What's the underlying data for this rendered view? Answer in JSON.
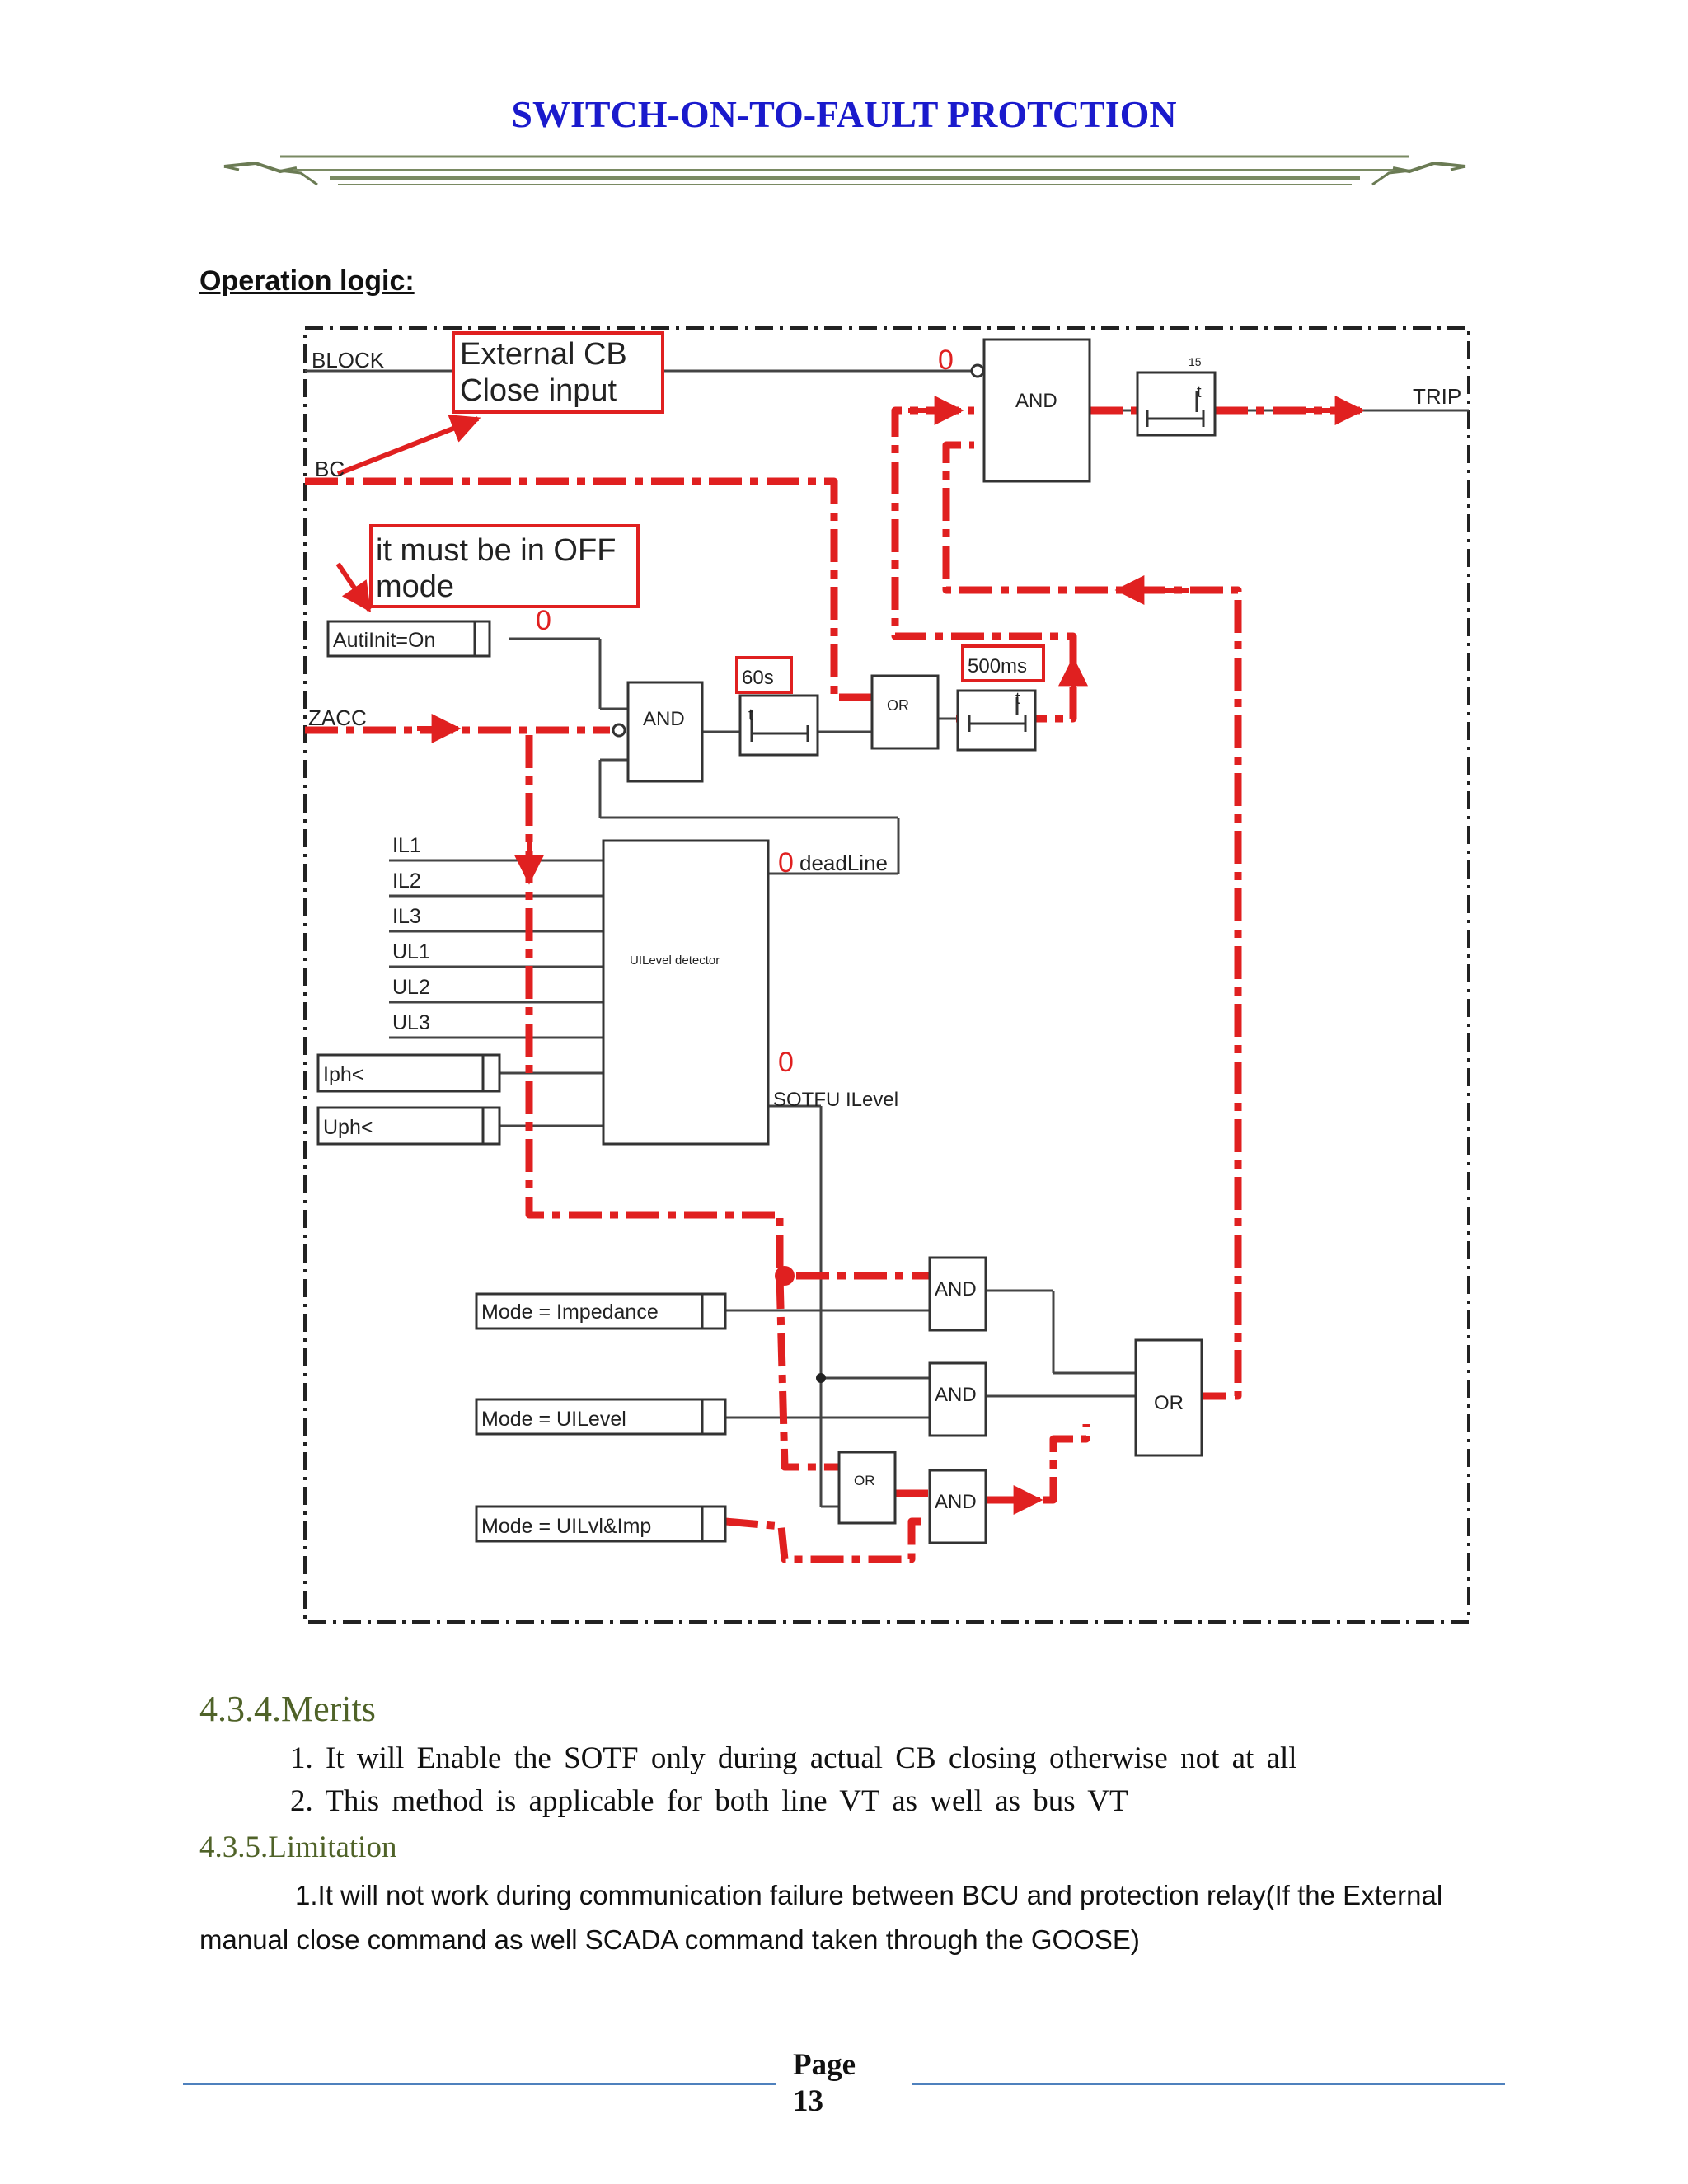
{
  "header": {
    "title": "SWITCH-ON-TO-FAULT PROTCTION"
  },
  "section": {
    "heading": "Operation logic:"
  },
  "diagram": {
    "inputs": {
      "block": "BLOCK",
      "bc": "BC",
      "zacc": "ZACC"
    },
    "callouts": {
      "cb_line1": "External CB",
      "cb_line2": "Close input",
      "off_line1": "it must be in OFF",
      "off_line2": "mode"
    },
    "settings": {
      "autiinit": "AutiInit=On",
      "iph": "Iph<",
      "uph": "Uph<",
      "mode_imp": "Mode = Impedance",
      "mode_ul": "Mode = UILevel",
      "mode_ulimp": "Mode = UILvl&Imp"
    },
    "gates": {
      "and": "AND",
      "or": "OR"
    },
    "timers": {
      "t15_label": "15",
      "t": "t",
      "t60_label": "60s",
      "t500_label": "500ms"
    },
    "signals": {
      "il1": "IL1",
      "il2": "IL2",
      "il3": "IL3",
      "ul1": "UL1",
      "ul2": "UL2",
      "ul3": "UL3",
      "detector": "UILevel detector",
      "deadline": "deadLine",
      "sotfu": "SOTFU ILevel",
      "zero": "0",
      "trip": "TRIP"
    }
  },
  "merits": {
    "heading": "4.3.4.Merits",
    "items": [
      "1. It will Enable the SOTF only during actual CB closing otherwise not at all",
      "2. This method is applicable for both line VT as well as bus VT"
    ]
  },
  "limitation": {
    "heading": "4.3.5.Limitation",
    "text": "1.It will not work during communication failure between BCU and protection relay(If the External manual close command as well SCADA command taken through the GOOSE)"
  },
  "footer": {
    "page_label": "Page",
    "page_number": "13"
  }
}
